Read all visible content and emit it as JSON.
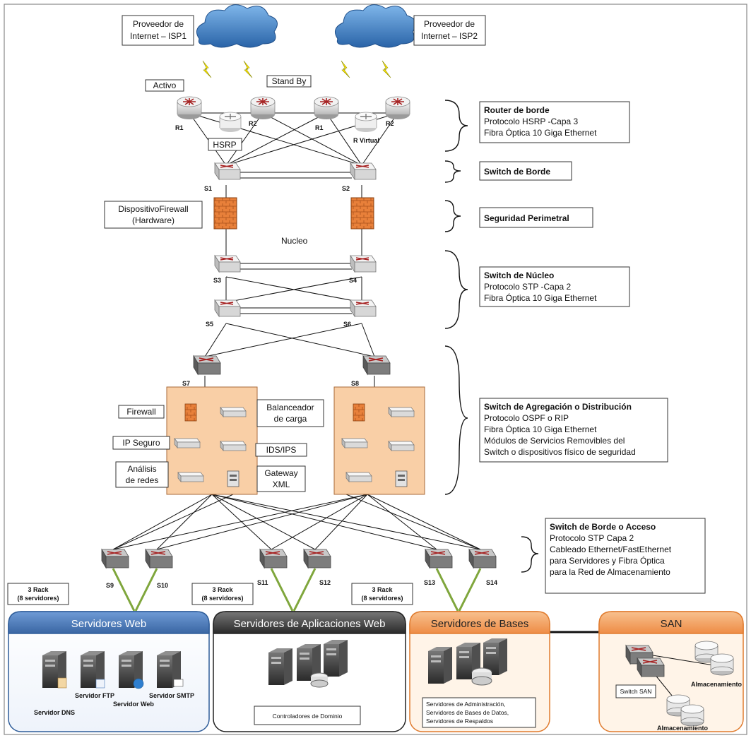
{
  "isp": [
    {
      "line1": "Proveedor de",
      "line2": "Internet – ISP1"
    },
    {
      "line1": "Proveedor de",
      "line2": "Internet – ISP2"
    }
  ],
  "labels": {
    "activo": "Activo",
    "standby": "Stand By",
    "hsrp": "HSRP",
    "r_virtual": "R Virtual",
    "r1": "R1",
    "r2": "R2",
    "firewall_box": [
      "DispositivoFirewall",
      "(Hardware)"
    ],
    "nucleo": "Nucleo"
  },
  "switches": {
    "s1": "S1",
    "s2": "S2",
    "s3": "S3",
    "s4": "S4",
    "s5": "S5",
    "s6": "S6",
    "s7": "S7",
    "s8": "S8",
    "s9": "S9",
    "s10": "S10",
    "s11": "S11",
    "s12": "S12",
    "s13": "S13",
    "s14": "S14"
  },
  "layers": {
    "router_borde": {
      "title": "Router de borde",
      "lines": [
        "Protocolo HSRP -Capa 3",
        "Fibra Óptica 10 Giga Ethernet"
      ]
    },
    "switch_borde": {
      "title": "Switch de Borde"
    },
    "seguridad": {
      "title": "Seguridad Perimetral"
    },
    "nucleo": {
      "title": "Switch de Núcleo",
      "lines": [
        "Protocolo STP -Capa 2",
        "Fibra Óptica 10 Giga Ethernet"
      ]
    },
    "agregacion": {
      "title": "Switch de Agregación o Distribución",
      "lines": [
        "Protocolo OSPF o RIP",
        "Fibra Óptica 10 Giga Ethernet",
        "Módulos de Servicios Removibles del",
        "Switch o dispositivos físico de seguridad"
      ]
    },
    "acceso": {
      "title": "Switch de Borde o Acceso",
      "lines": [
        "Protocolo STP Capa 2",
        "Cableado Ethernet/FastEthernet",
        "para Servidores y Fibra Óptica",
        "para la Red de Almacenamiento"
      ]
    }
  },
  "modules": {
    "firewall": "Firewall",
    "balanceador": [
      "Balanceador",
      "de carga"
    ],
    "ip_seguro": "IP Seguro",
    "ids": "IDS/IPS",
    "analisis": [
      "Análisis",
      "de redes"
    ],
    "gateway": [
      "Gateway",
      "XML"
    ]
  },
  "racks": {
    "line1": "3 Rack",
    "line2": "(8 servidores)"
  },
  "panels": {
    "web": {
      "title": "Servidores  Web",
      "dns": "Servidor DNS",
      "ftp": "Servidor FTP",
      "www": "Servidor Web",
      "smtp": "Servidor SMTP"
    },
    "apps": {
      "title": "Servidores de Aplicaciones Web",
      "caption": "Controladores de Dominio"
    },
    "bases": {
      "title": "Servidores de Bases",
      "caption": [
        "Servidores de Administración,",
        "Servidores de Bases de Datos,",
        "Servidores de Respaldos"
      ]
    },
    "san": {
      "title": "SAN",
      "switch": "Switch SAN",
      "storage1": "Almacenamiento",
      "storage2": "Almacenamiento"
    }
  },
  "colors": {
    "cloud": "#3f86d0",
    "firewall": "#e8803a",
    "module_bg": "#f9cfa6",
    "fiber": "#7fa63c",
    "web_header": "#4a79b8",
    "apps_header": "#3b3b3b",
    "orange_header": "#f2a05d",
    "panel_bg_orange": "#fff4e8"
  }
}
